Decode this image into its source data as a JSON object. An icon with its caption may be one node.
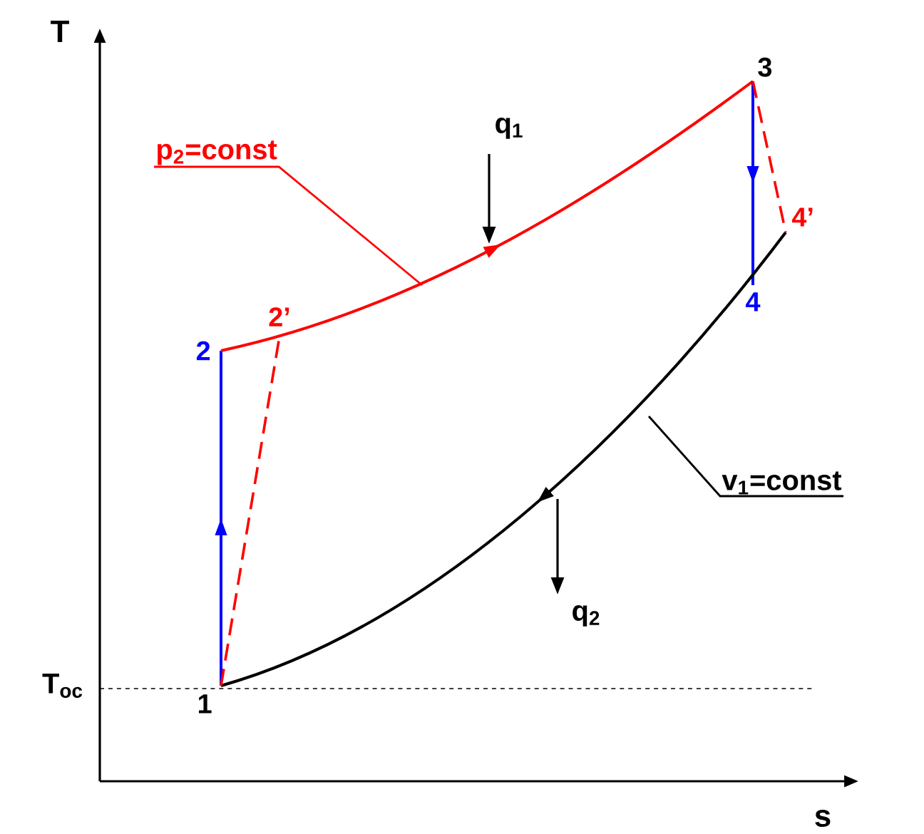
{
  "diagram": {
    "nodes": [
      {
        "text": [
          "1"
        ]
      },
      {
        "text": [
          "2"
        ]
      },
      {
        "text": [
          "2’"
        ]
      },
      {
        "text": [
          "3"
        ]
      },
      {
        "text": [
          "4"
        ]
      },
      {
        "text": [
          "4’"
        ]
      },
      {
        "text": [
          "p$_{2}$=const"
        ]
      },
      {
        "text": [
          "v$_{1}$=const"
        ]
      }
    ],
    "edges": [
      {
        "from": 0,
        "to": 1,
        "arrow": "to",
        "color": "#0000ff"
      },
      {
        "from": 1,
        "to": 3,
        "arrow": "to",
        "color": "#ff0000"
      },
      {
        "from": 3,
        "to": 4,
        "arrow": "to",
        "color": "#0000ff"
      },
      {
        "from": 5,
        "to": 0,
        "arrow": "to",
        "color": "#000000"
      },
      {
        "from": 0,
        "to": 2,
        "arrow": "none",
        "style": "dashed",
        "color": "#ff0000"
      },
      {
        "from": 3,
        "to": 5,
        "arrow": "none",
        "style": "dashed",
        "color": "#ff0000"
      },
      {
        "from": 6,
        "to": null,
        "arrow": "none",
        "color": "#ff0000"
      },
      {
        "from": 7,
        "to": null,
        "arrow": "none",
        "color": "#000000"
      }
    ],
    "labels": [
      "T",
      "q$_{1}$",
      "q$_{2}$",
      "T$_{oc}$",
      "s"
    ]
  }
}
